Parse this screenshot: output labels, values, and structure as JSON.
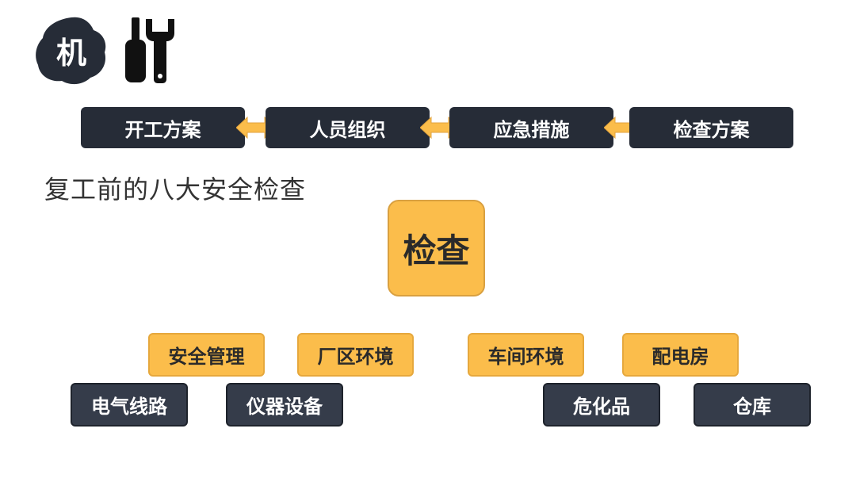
{
  "header": {
    "badge_char": "机",
    "badge_color": "#262c37",
    "tools_icon": "screwdriver-wrench-icon"
  },
  "process": {
    "steps": [
      "开工方案",
      "人员组织",
      "应急措施",
      "检查方案"
    ],
    "arrow_icon": "double-arrow-icon",
    "arrow_color": "#fbbd4b"
  },
  "subtitle": "复工前的八大安全检查",
  "center": {
    "label": "检查"
  },
  "categories": {
    "yellow": [
      "安全管理",
      "厂区环境",
      "车间环境",
      "配电房"
    ],
    "dark": [
      "电气线路",
      "仪器设备",
      "危化品",
      "仓库"
    ]
  },
  "colors": {
    "yellow": "#fbbd4b",
    "dark": "#353c4a",
    "text": "#333333"
  }
}
